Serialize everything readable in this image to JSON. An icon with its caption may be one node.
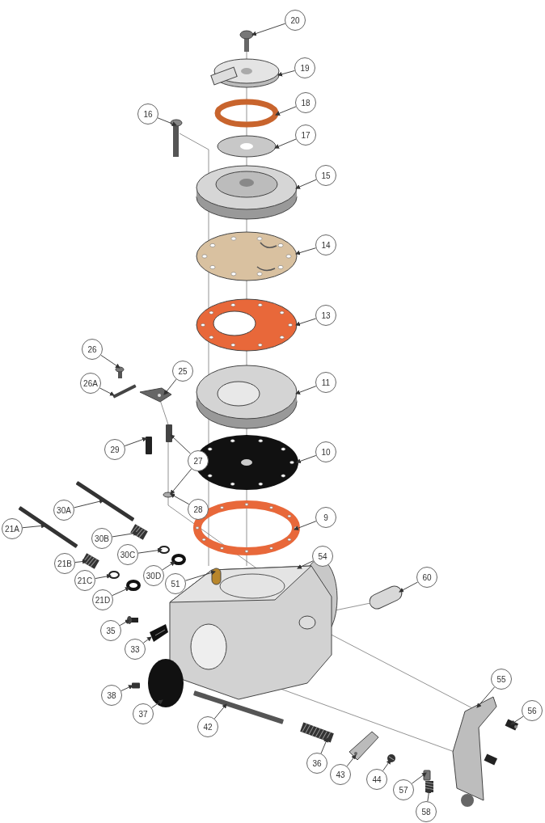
{
  "diagram": {
    "nodes": [
      {
        "text": [
          "20"
        ]
      },
      {
        "text": [
          "19"
        ]
      },
      {
        "text": [
          "18"
        ]
      },
      {
        "text": [
          "16"
        ]
      },
      {
        "text": [
          "17"
        ]
      },
      {
        "text": [
          "15"
        ]
      },
      {
        "text": [
          "14"
        ]
      },
      {
        "text": [
          "13"
        ]
      },
      {
        "text": [
          "26"
        ]
      },
      {
        "text": [
          "25"
        ]
      },
      {
        "text": [
          "26A"
        ]
      },
      {
        "text": [
          "11"
        ]
      },
      {
        "text": [
          "29"
        ]
      },
      {
        "text": [
          "27"
        ]
      },
      {
        "text": [
          "10"
        ]
      },
      {
        "text": [
          "28"
        ]
      },
      {
        "text": [
          "30A"
        ]
      },
      {
        "text": [
          "9"
        ]
      },
      {
        "text": [
          "21A"
        ]
      },
      {
        "text": [
          "30B"
        ]
      },
      {
        "text": [
          "30C"
        ]
      },
      {
        "text": [
          "54"
        ]
      },
      {
        "text": [
          "21B"
        ]
      },
      {
        "text": [
          "30D"
        ]
      },
      {
        "text": [
          "60"
        ]
      },
      {
        "text": [
          "21C"
        ]
      },
      {
        "text": [
          "51"
        ]
      },
      {
        "text": [
          "21D"
        ]
      },
      {
        "text": [
          "35"
        ]
      },
      {
        "text": [
          "33"
        ]
      },
      {
        "text": [
          "55"
        ]
      },
      {
        "text": [
          "38"
        ]
      },
      {
        "text": [
          "56"
        ]
      },
      {
        "text": [
          "37"
        ]
      },
      {
        "text": [
          "42"
        ]
      },
      {
        "text": [
          "36"
        ]
      },
      {
        "text": [
          "43"
        ]
      },
      {
        "text": [
          "44"
        ]
      },
      {
        "text": [
          "57"
        ]
      },
      {
        "text": [
          "58"
        ]
      },
      {
        "text": [],
        "shape": "picture"
      },
      {
        "text": [],
        "shape": "picture"
      },
      {
        "text": [],
        "shape": "circle"
      },
      {
        "text": [],
        "shape": "picture"
      },
      {
        "text": [],
        "shape": "picture"
      },
      {
        "text": [],
        "shape": "picture"
      },
      {
        "text": [],
        "shape": "picture"
      },
      {
        "text": [],
        "shape": "picture"
      },
      {
        "text": [],
        "shape": "picture"
      },
      {
        "text": [],
        "shape": "picture"
      },
      {
        "text": [],
        "shape": "bar"
      },
      {
        "text": [],
        "shape": "picture"
      },
      {
        "text": [],
        "shape": "bar"
      },
      {
        "text": [],
        "shape": "bar"
      },
      {
        "text": [],
        "shape": "circle"
      },
      {
        "text": [],
        "shape": "picture"
      },
      {
        "text": [],
        "shape": "bar"
      },
      {
        "text": [],
        "shape": "picture"
      },
      {
        "text": [],
        "shape": "bar"
      },
      {
        "text": [],
        "shape": "picture"
      },
      {
        "text": [],
        "shape": "circle"
      },
      {
        "text": [],
        "shape": "picture"
      },
      {
        "text": [],
        "shape": "picture"
      },
      {
        "text": [],
        "shape": "circle"
      },
      {
        "text": [],
        "shape": "cylinder"
      },
      {
        "text": [],
        "shape": "circle"
      },
      {
        "text": [],
        "shape": "cylinder",
        "in": 61
      },
      {
        "text": [],
        "shape": "circle"
      },
      {
        "text": [],
        "shape": "picture"
      },
      {
        "text": [],
        "shape": "picture"
      },
      {
        "text": [],
        "shape": "picture"
      },
      {
        "text": [],
        "shape": "bar"
      },
      {
        "text": [],
        "shape": "picture"
      },
      {
        "text": [],
        "shape": "circle"
      },
      {
        "text": [],
        "shape": "bar"
      },
      {
        "text": [],
        "shape": "picture"
      },
      {
        "text": [],
        "shape": "picture"
      },
      {
        "text": [],
        "shape": "picture"
      },
      {
        "text": [],
        "shape": "bar"
      },
      {
        "text": [],
        "shape": "picture"
      }
    ],
    "edges": [
      {
        "from": 0,
        "to": 40,
        "arrow": "to"
      },
      {
        "from": 1,
        "to": 41,
        "arrow": "to"
      },
      {
        "from": 2,
        "to": 42,
        "arrow": "to"
      },
      {
        "from": 3,
        "to": 43,
        "arrow": "to"
      },
      {
        "from": 4,
        "to": 44,
        "arrow": "to"
      },
      {
        "from": 5,
        "to": 45,
        "arrow": "to"
      },
      {
        "from": 6,
        "to": 46,
        "arrow": "to"
      },
      {
        "from": 7,
        "to": 47,
        "arrow": "to"
      },
      {
        "from": 8,
        "to": 48,
        "arrow": "to"
      },
      {
        "from": 9,
        "to": 49,
        "arrow": "to"
      },
      {
        "from": 10,
        "to": 50,
        "arrow": "to"
      },
      {
        "from": 11,
        "to": 51,
        "arrow": "to"
      },
      {
        "from": 12,
        "to": 52,
        "arrow": "to"
      },
      {
        "from": 13,
        "to": 53,
        "arrow": "to"
      },
      {
        "from": 13,
        "to": 54,
        "arrow": "to"
      },
      {
        "from": 14,
        "to": 55,
        "arrow": "to"
      },
      {
        "from": 15,
        "to": 54,
        "arrow": "to"
      },
      {
        "from": 16,
        "to": 56,
        "arrow": "to"
      },
      {
        "from": 17,
        "to": 57,
        "arrow": "to"
      },
      {
        "from": 18,
        "to": 58,
        "arrow": "to"
      },
      {
        "from": 19,
        "to": 59,
        "arrow": "to"
      },
      {
        "from": 20,
        "to": 60,
        "arrow": "to"
      },
      {
        "from": 21,
        "to": 61,
        "arrow": "to"
      },
      {
        "from": 22,
        "to": 62,
        "arrow": "to"
      },
      {
        "from": 23,
        "to": 63,
        "arrow": "to"
      },
      {
        "from": 24,
        "to": 64,
        "arrow": "to"
      },
      {
        "from": 25,
        "to": 65,
        "arrow": "to"
      },
      {
        "from": 26,
        "to": 66,
        "arrow": "to"
      },
      {
        "from": 27,
        "to": 67,
        "arrow": "to"
      },
      {
        "from": 28,
        "to": 68,
        "arrow": "to"
      },
      {
        "from": 29,
        "to": 69,
        "arrow": "to"
      },
      {
        "from": 30,
        "to": 70,
        "arrow": "to"
      },
      {
        "from": 31,
        "to": 71,
        "arrow": "to"
      },
      {
        "from": 32,
        "to": 72,
        "arrow": "to"
      },
      {
        "from": 33,
        "to": 73,
        "arrow": "to"
      },
      {
        "from": 34,
        "to": 74,
        "arrow": "to"
      },
      {
        "from": 35,
        "to": 75,
        "arrow": "to"
      },
      {
        "from": 36,
        "to": 76,
        "arrow": "to"
      },
      {
        "from": 37,
        "to": 77,
        "arrow": "to"
      },
      {
        "from": 38,
        "to": 78,
        "arrow": "to"
      },
      {
        "from": 39,
        "to": 79,
        "arrow": "to"
      }
    ]
  }
}
